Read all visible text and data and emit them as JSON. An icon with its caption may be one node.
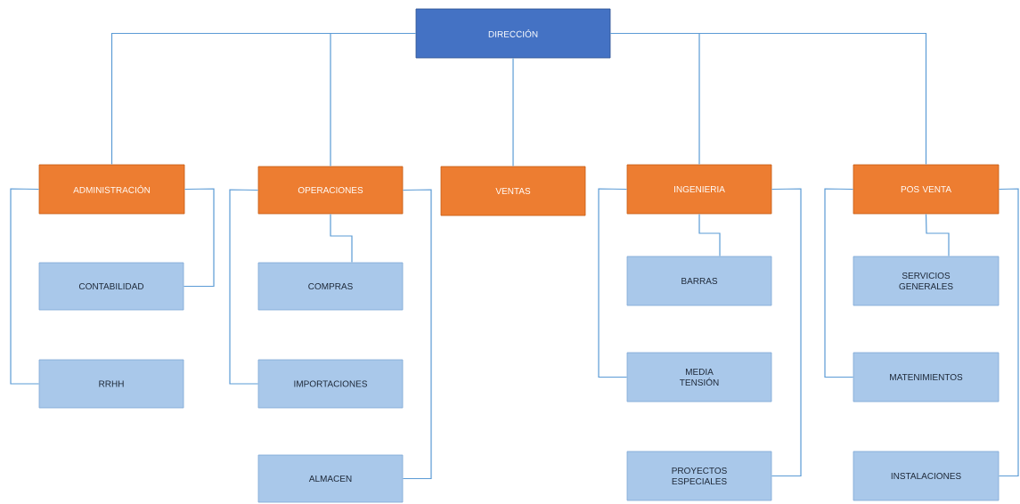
{
  "diagram": {
    "nodes": [
      {
        "text": [
          "DIRECCIÓN"
        ]
      },
      {
        "text": [
          "ADMINISTRACIÓN"
        ]
      },
      {
        "text": [
          "OPERACIONES"
        ]
      },
      {
        "text": [
          "VENTAS"
        ]
      },
      {
        "text": [
          "INGENIERIA"
        ]
      },
      {
        "text": [
          "POS VENTA"
        ]
      },
      {
        "text": [
          "CONTABILIDAD"
        ]
      },
      {
        "text": [
          "RRHH"
        ]
      },
      {
        "text": [
          "COMPRAS"
        ]
      },
      {
        "text": [
          "IMPORTACIONES"
        ]
      },
      {
        "text": [
          "ALMACEN"
        ]
      },
      {
        "text": [
          "BARRAS"
        ]
      },
      {
        "text": [
          "MEDIA TENSIÓN"
        ]
      },
      {
        "text": [
          "PROYECTOS ESPECIALES"
        ]
      },
      {
        "text": [
          "SERVICIOS GENERALES"
        ]
      },
      {
        "text": [
          "MATENIMIENTOS"
        ]
      },
      {
        "text": [
          "INSTALACIONES"
        ]
      }
    ],
    "edges": [
      {
        "from": 0,
        "to": 1,
        "arrow": "none"
      },
      {
        "from": 0,
        "to": 2,
        "arrow": "none"
      },
      {
        "from": 0,
        "to": 3,
        "arrow": "none"
      },
      {
        "from": 0,
        "to": 4,
        "arrow": "none"
      },
      {
        "from": 0,
        "to": 5,
        "arrow": "none"
      },
      {
        "from": 1,
        "to": 6,
        "arrow": "none"
      },
      {
        "from": 1,
        "to": 7,
        "arrow": "none"
      },
      {
        "from": 2,
        "to": 8,
        "arrow": "none"
      },
      {
        "from": 2,
        "to": 9,
        "arrow": "none"
      },
      {
        "from": 2,
        "to": 10,
        "arrow": "none"
      },
      {
        "from": 4,
        "to": 11,
        "arrow": "none"
      },
      {
        "from": 4,
        "to": 12,
        "arrow": "none"
      },
      {
        "from": 4,
        "to": 13,
        "arrow": "none"
      },
      {
        "from": 5,
        "to": 14,
        "arrow": "none"
      },
      {
        "from": 5,
        "to": 15,
        "arrow": "none"
      },
      {
        "from": 5,
        "to": 16,
        "arrow": "none"
      }
    ]
  }
}
